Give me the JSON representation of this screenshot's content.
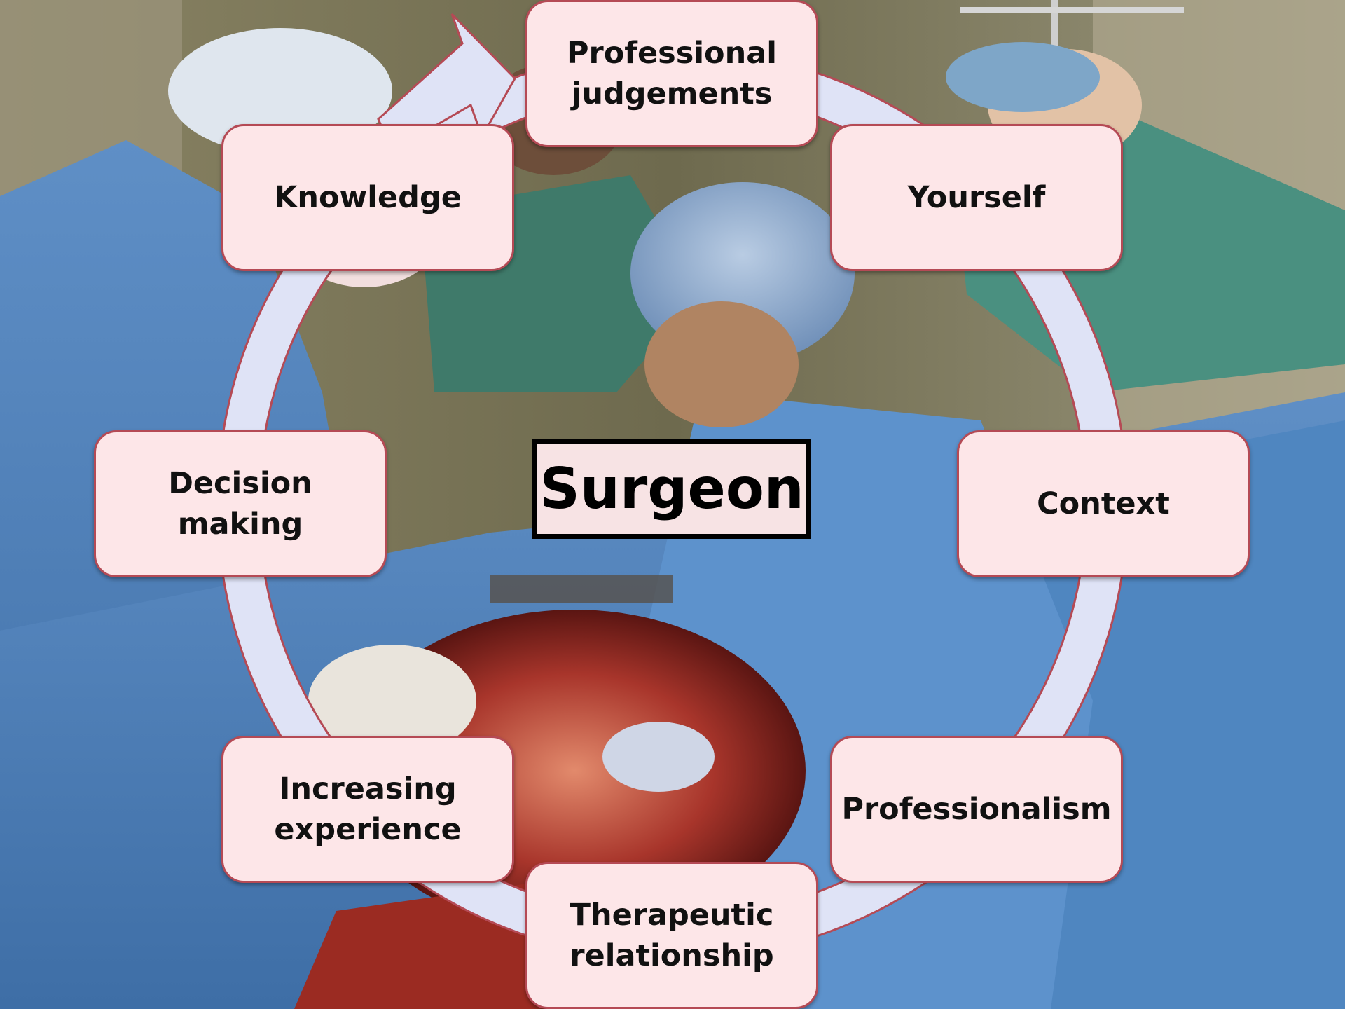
{
  "diagram": {
    "center_label": "Surgeon",
    "nodes": [
      {
        "id": "professional-judgements",
        "label": "Professional judgements"
      },
      {
        "id": "yourself",
        "label": "Yourself"
      },
      {
        "id": "context",
        "label": "Context"
      },
      {
        "id": "professionalism",
        "label": "Professionalism"
      },
      {
        "id": "therapeutic-relationship",
        "label": "Therapeutic relationship"
      },
      {
        "id": "increasing-experience",
        "label": "Increasing experience"
      },
      {
        "id": "decision-making",
        "label": "Decision making"
      },
      {
        "id": "knowledge",
        "label": "Knowledge"
      }
    ],
    "cycle_direction": "clockwise",
    "colors": {
      "node_fill": "#fde6e8",
      "node_border": "#b54a55",
      "ring_fill": "#dfe3f6",
      "ring_border": "#b54a55",
      "center_fill": "#f7e3e4",
      "center_border": "#000000"
    }
  },
  "background": {
    "description_icon": "operating-room-photo",
    "palette": [
      "#6f6a52",
      "#4f7fb8",
      "#2f5a8c",
      "#8c2a22"
    ]
  }
}
